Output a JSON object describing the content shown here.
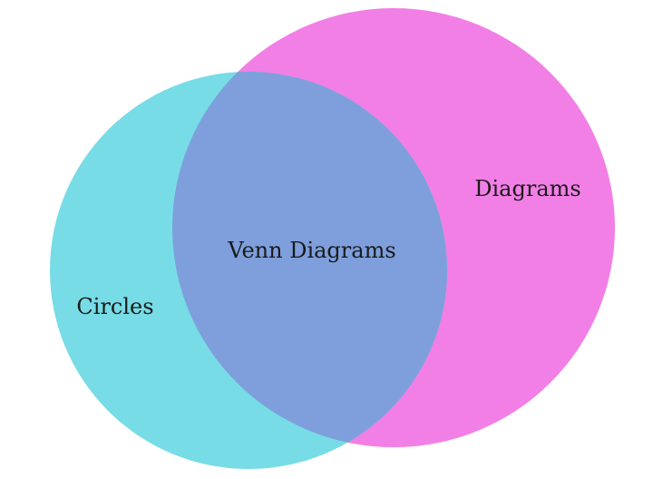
{
  "diagram": {
    "type": "venn",
    "sets": [
      {
        "id": "circles",
        "label": "Circles",
        "color": "#77DCE6"
      },
      {
        "id": "diagrams",
        "label": "Diagrams",
        "color": "#F27FE6"
      }
    ],
    "intersection": {
      "label": "Venn Diagrams",
      "color": "#7E9FDC"
    }
  }
}
